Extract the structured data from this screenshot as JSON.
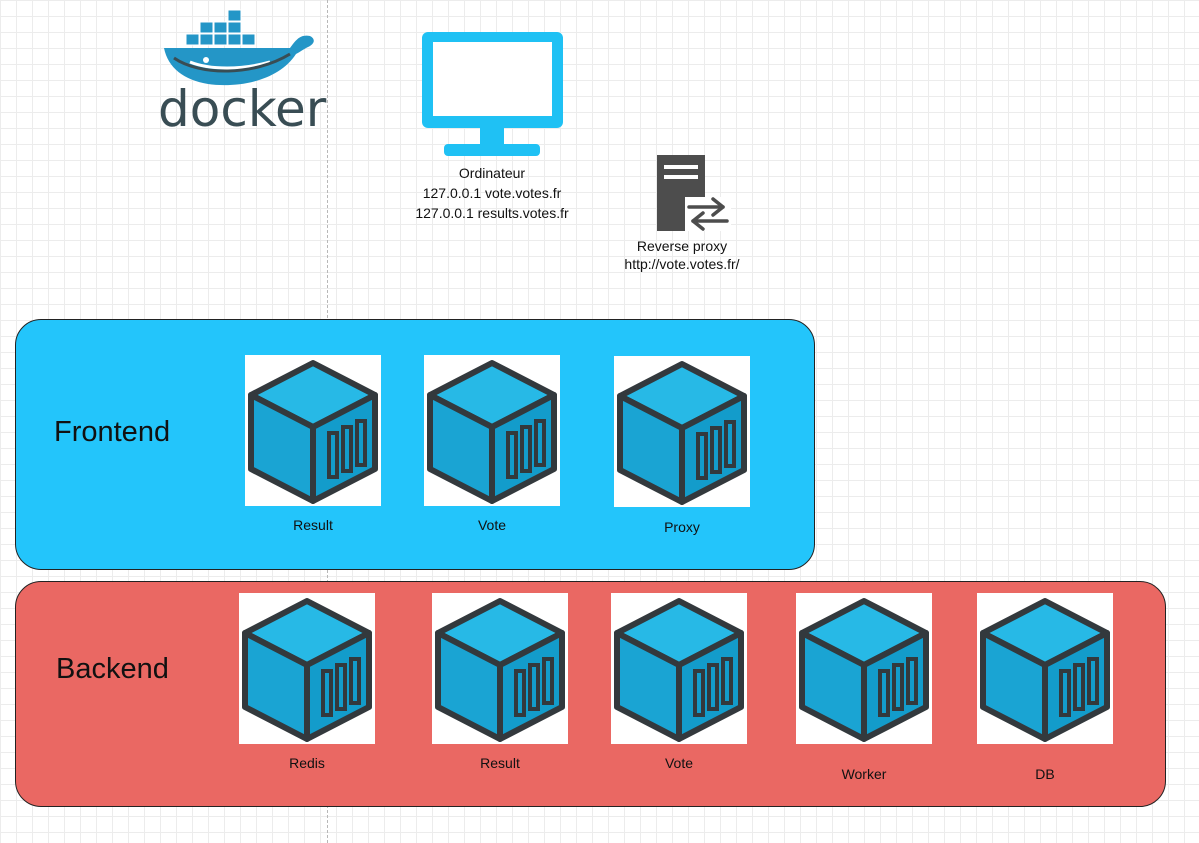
{
  "logo": {
    "wordmark": "docker",
    "icon": "docker-whale-icon"
  },
  "computer": {
    "icon": "monitor-icon",
    "title": "Ordinateur",
    "hosts": [
      "127.0.0.1 vote.votes.fr",
      "127.0.0.1 results.votes.fr"
    ]
  },
  "proxy": {
    "icon": "reverse-proxy-server-icon",
    "title": "Reverse proxy",
    "url": "http://vote.votes.fr/"
  },
  "frontend": {
    "title": "Frontend",
    "color": "#23c5fb",
    "containers": [
      {
        "label": "Result"
      },
      {
        "label": "Vote"
      },
      {
        "label": "Proxy"
      }
    ]
  },
  "backend": {
    "title": "Backend",
    "color": "#ea6863",
    "containers": [
      {
        "label": "Redis"
      },
      {
        "label": "Result"
      },
      {
        "label": "Vote"
      },
      {
        "label": "Worker"
      },
      {
        "label": "DB"
      }
    ]
  },
  "colors": {
    "container_top": "#22b7e3",
    "container_side": "#139ccb",
    "outline": "#33393d"
  }
}
